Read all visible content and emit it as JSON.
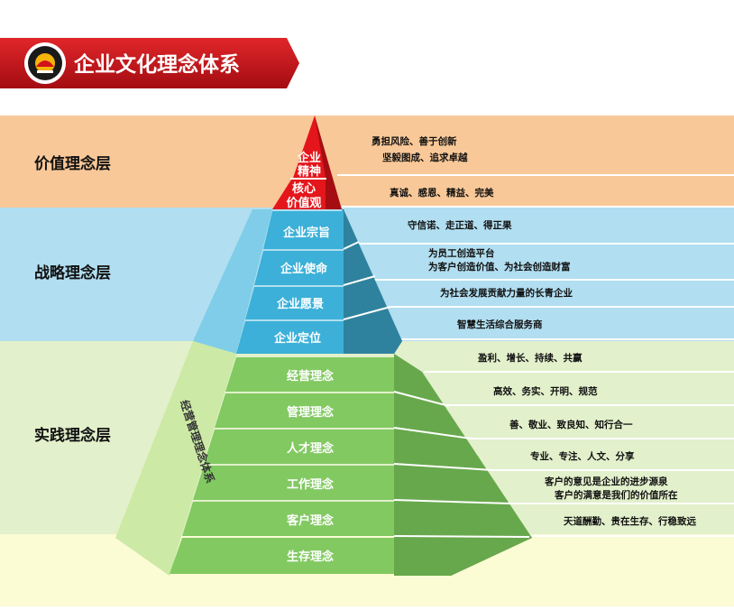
{
  "title": "企业文化理念体系",
  "layers": {
    "value": "价值理念层",
    "strategy": "战略理念层",
    "practice": "实践理念层"
  },
  "side_label": "经营管理理念体系",
  "pyramid": {
    "spirit": {
      "line1": "企业",
      "line2": "精神"
    },
    "core": {
      "line1": "核心",
      "line2": "价值观"
    },
    "tenet": "企业宗旨",
    "mission": "企业使命",
    "vision": "企业愿景",
    "position": "企业定位",
    "business": "经营理念",
    "management": "管理理念",
    "talent": "人才理念",
    "work": "工作理念",
    "customer": "客户理念",
    "survival": "生存理念"
  },
  "descriptions": {
    "spirit": {
      "line1": "勇担风险、善于创新",
      "line2": "坚毅图成、追求卓越"
    },
    "core": "真诚、感恩、精益、完美",
    "tenet": "守信诺、走正道、得正果",
    "mission": {
      "line1": "为员工创造平台",
      "line2": "为客户创造价值、为社会创造财富"
    },
    "vision": "为社会发展贡献力量的长青企业",
    "position": "智慧生活综合服务商",
    "business": "盈利、增长、持续、共赢",
    "management": "高效、务实、开明、规范",
    "talent": "善、敬业、致良知、知行合一",
    "work": "专业、专注、人文、分享",
    "customer": {
      "line1": "客户的意见是企业的进步源泉",
      "line2": "客户的满意是我们的价值所在"
    },
    "survival": "天道酬勤、贵在生存、行稳致远"
  },
  "colors": {
    "value_band": "#f9c898",
    "strategy_band": "#b1def0",
    "practice_band": "#e2f0cb",
    "bottom_band": "#fbfbd4",
    "red": "#e4161b",
    "blue": "#3cb0d8",
    "green": "#82c962"
  }
}
